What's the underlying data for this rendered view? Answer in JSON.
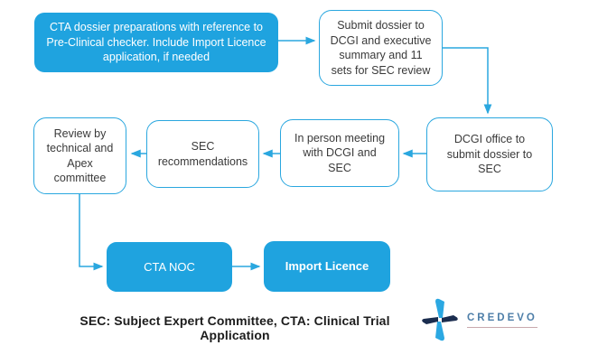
{
  "colors": {
    "accent_blue": "#1fa3df",
    "box_border_blue": "#2aa7df",
    "node_text": "#3a3a3a",
    "footer_text": "#1c1c1c",
    "logo_navy": "#1b2d4f",
    "logo_blue": "#2ba8e2",
    "logo_text_color": "#4d7ea8"
  },
  "flowchart": {
    "nodes": [
      {
        "id": "cta-prep",
        "style": "filled",
        "label": "CTA dossier preparations with reference to Pre-Clinical checker. Include Import Licence application, if needed"
      },
      {
        "id": "submit-dossier",
        "style": "outlined",
        "label": "Submit dossier to DCGI and executive summary and 11 sets for SEC review"
      },
      {
        "id": "dcgi-office",
        "style": "outlined",
        "label": "DCGI office to submit dossier to SEC"
      },
      {
        "id": "meeting",
        "style": "outlined",
        "label": "In person meeting with DCGI and SEC"
      },
      {
        "id": "sec-recommendations",
        "style": "outlined",
        "label": "SEC recommendations"
      },
      {
        "id": "review-committee",
        "style": "outlined",
        "label": "Review by technical and Apex committee"
      },
      {
        "id": "cta-noc",
        "style": "filled",
        "label": "CTA NOC"
      },
      {
        "id": "import-licence",
        "style": "filled",
        "label": "Import Licence"
      }
    ],
    "edges": [
      {
        "from": "cta-prep",
        "to": "submit-dossier",
        "direction": "right"
      },
      {
        "from": "submit-dossier",
        "to": "dcgi-office",
        "direction": "right-then-down"
      },
      {
        "from": "dcgi-office",
        "to": "meeting",
        "direction": "left"
      },
      {
        "from": "meeting",
        "to": "sec-recommendations",
        "direction": "left"
      },
      {
        "from": "sec-recommendations",
        "to": "review-committee",
        "direction": "left"
      },
      {
        "from": "review-committee",
        "to": "cta-noc",
        "direction": "down-then-right"
      },
      {
        "from": "cta-noc",
        "to": "import-licence",
        "direction": "right"
      }
    ]
  },
  "footer": {
    "legend": "SEC: Subject Expert Committee, CTA: Clinical Trial Application"
  },
  "logo": {
    "name": "CREDEVO",
    "mark": "pinwheel-icon"
  }
}
